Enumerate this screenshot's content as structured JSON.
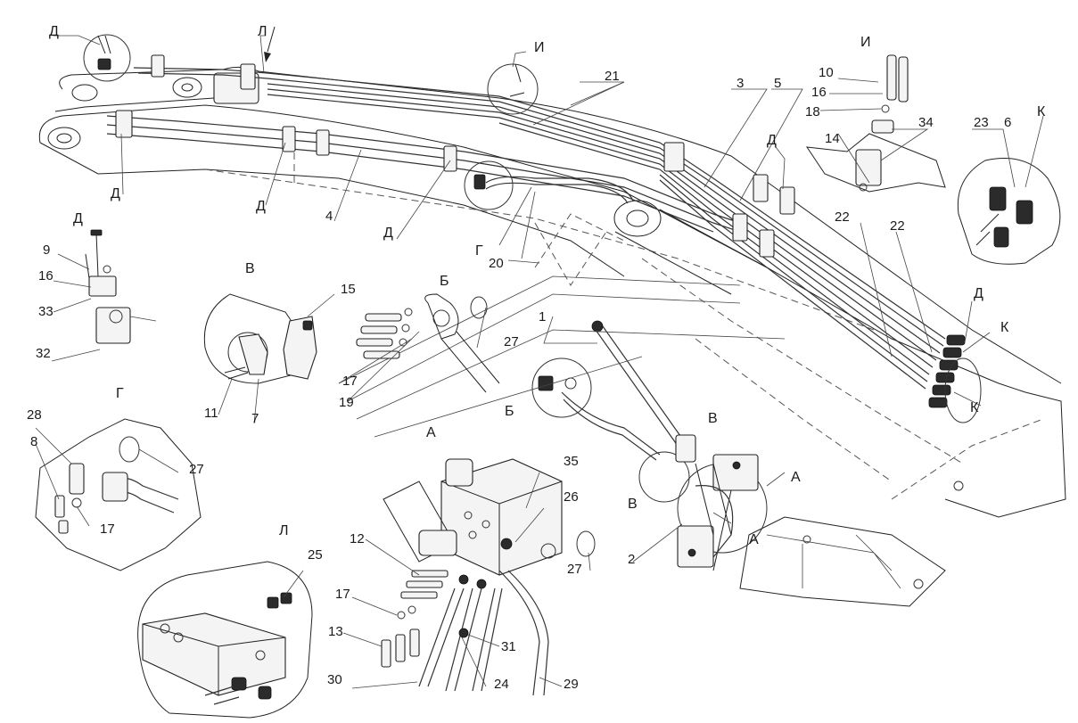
{
  "callouts": [
    {
      "id": "c10",
      "text": "10"
    },
    {
      "id": "c16a",
      "text": "16"
    },
    {
      "id": "c18",
      "text": "18"
    },
    {
      "id": "c21",
      "text": "21"
    },
    {
      "id": "c3",
      "text": "3"
    },
    {
      "id": "c5",
      "text": "5"
    },
    {
      "id": "c23",
      "text": "23"
    },
    {
      "id": "c6",
      "text": "6"
    },
    {
      "id": "c14",
      "text": "14"
    },
    {
      "id": "c34",
      "text": "34"
    },
    {
      "id": "c22a",
      "text": "22"
    },
    {
      "id": "c22b",
      "text": "22"
    },
    {
      "id": "c4",
      "text": "4"
    },
    {
      "id": "c20",
      "text": "20"
    },
    {
      "id": "c9",
      "text": "9"
    },
    {
      "id": "c16b",
      "text": "16"
    },
    {
      "id": "c33",
      "text": "33"
    },
    {
      "id": "c32",
      "text": "32"
    },
    {
      "id": "c15",
      "text": "15"
    },
    {
      "id": "c11",
      "text": "11"
    },
    {
      "id": "c7",
      "text": "7"
    },
    {
      "id": "c27a",
      "text": "27"
    },
    {
      "id": "c17a",
      "text": "17"
    },
    {
      "id": "c19",
      "text": "19"
    },
    {
      "id": "c1",
      "text": "1"
    },
    {
      "id": "c28",
      "text": "28"
    },
    {
      "id": "c8",
      "text": "8"
    },
    {
      "id": "c17b",
      "text": "17"
    },
    {
      "id": "c27b",
      "text": "27"
    },
    {
      "id": "c35",
      "text": "35"
    },
    {
      "id": "c26",
      "text": "26"
    },
    {
      "id": "c27c",
      "text": "27"
    },
    {
      "id": "c2",
      "text": "2"
    },
    {
      "id": "c12",
      "text": "12"
    },
    {
      "id": "c25",
      "text": "25"
    },
    {
      "id": "c17c",
      "text": "17"
    },
    {
      "id": "c13",
      "text": "13"
    },
    {
      "id": "c31",
      "text": "31"
    },
    {
      "id": "c30",
      "text": "30"
    },
    {
      "id": "c24",
      "text": "24"
    },
    {
      "id": "c29",
      "text": "29"
    }
  ],
  "view_labels": [
    {
      "id": "vD1",
      "text": "Д"
    },
    {
      "id": "vL1",
      "text": "Л"
    },
    {
      "id": "vI1",
      "text": "И"
    },
    {
      "id": "vI2",
      "text": "И"
    },
    {
      "id": "vK1",
      "text": "К"
    },
    {
      "id": "vD2",
      "text": "Д"
    },
    {
      "id": "vD3",
      "text": "Д"
    },
    {
      "id": "vD4",
      "text": "Д"
    },
    {
      "id": "vD5",
      "text": "Д"
    },
    {
      "id": "vG1",
      "text": "Г"
    },
    {
      "id": "vD6",
      "text": "Д"
    },
    {
      "id": "vD7",
      "text": "Д"
    },
    {
      "id": "vV1",
      "text": "В"
    },
    {
      "id": "vB1",
      "text": "Б"
    },
    {
      "id": "vK2",
      "text": "К"
    },
    {
      "id": "vK3",
      "text": "К"
    },
    {
      "id": "vB2",
      "text": "Б"
    },
    {
      "id": "vA1",
      "text": "А"
    },
    {
      "id": "vV2",
      "text": "В"
    },
    {
      "id": "vV3",
      "text": "В"
    },
    {
      "id": "vG2",
      "text": "Г"
    },
    {
      "id": "vA2",
      "text": "А"
    },
    {
      "id": "vA3",
      "text": "А"
    },
    {
      "id": "vL2",
      "text": "Л"
    }
  ]
}
